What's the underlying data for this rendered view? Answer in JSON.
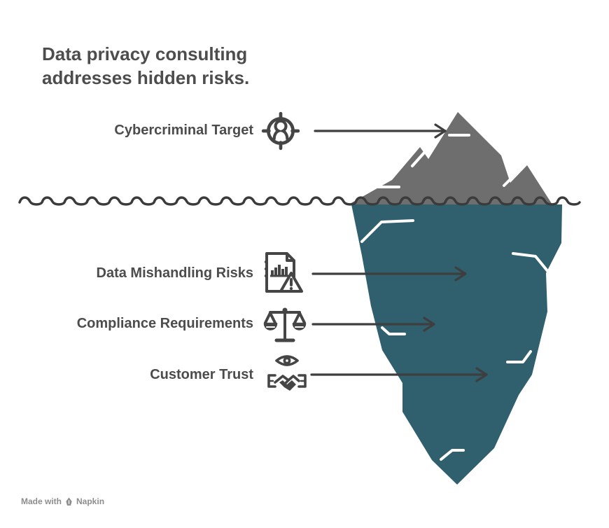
{
  "title": {
    "line1": "Data privacy consulting",
    "line2": "addresses hidden risks."
  },
  "labels": [
    {
      "text": "Cybercriminal Target",
      "icon": "crosshair-person-icon",
      "position": "above-waterline"
    },
    {
      "text": "Data Mishandling Risks",
      "icon": "document-warning-icon",
      "position": "below-waterline"
    },
    {
      "text": "Compliance Requirements",
      "icon": "scales-icon",
      "position": "below-waterline"
    },
    {
      "text": "Customer Trust",
      "icon": "eye-handshake-icon",
      "position": "below-waterline"
    }
  ],
  "colors": {
    "iceberg_tip": "#6e6e6e",
    "iceberg_body": "#305f6e",
    "waterline": "#3b3b3b",
    "arrow": "#3e3e3e",
    "text": "#4c4c4c",
    "icon": "#454545"
  },
  "watermark": {
    "prefix": "Made with",
    "brand": "Napkin",
    "icon": "pen-nib-icon"
  }
}
